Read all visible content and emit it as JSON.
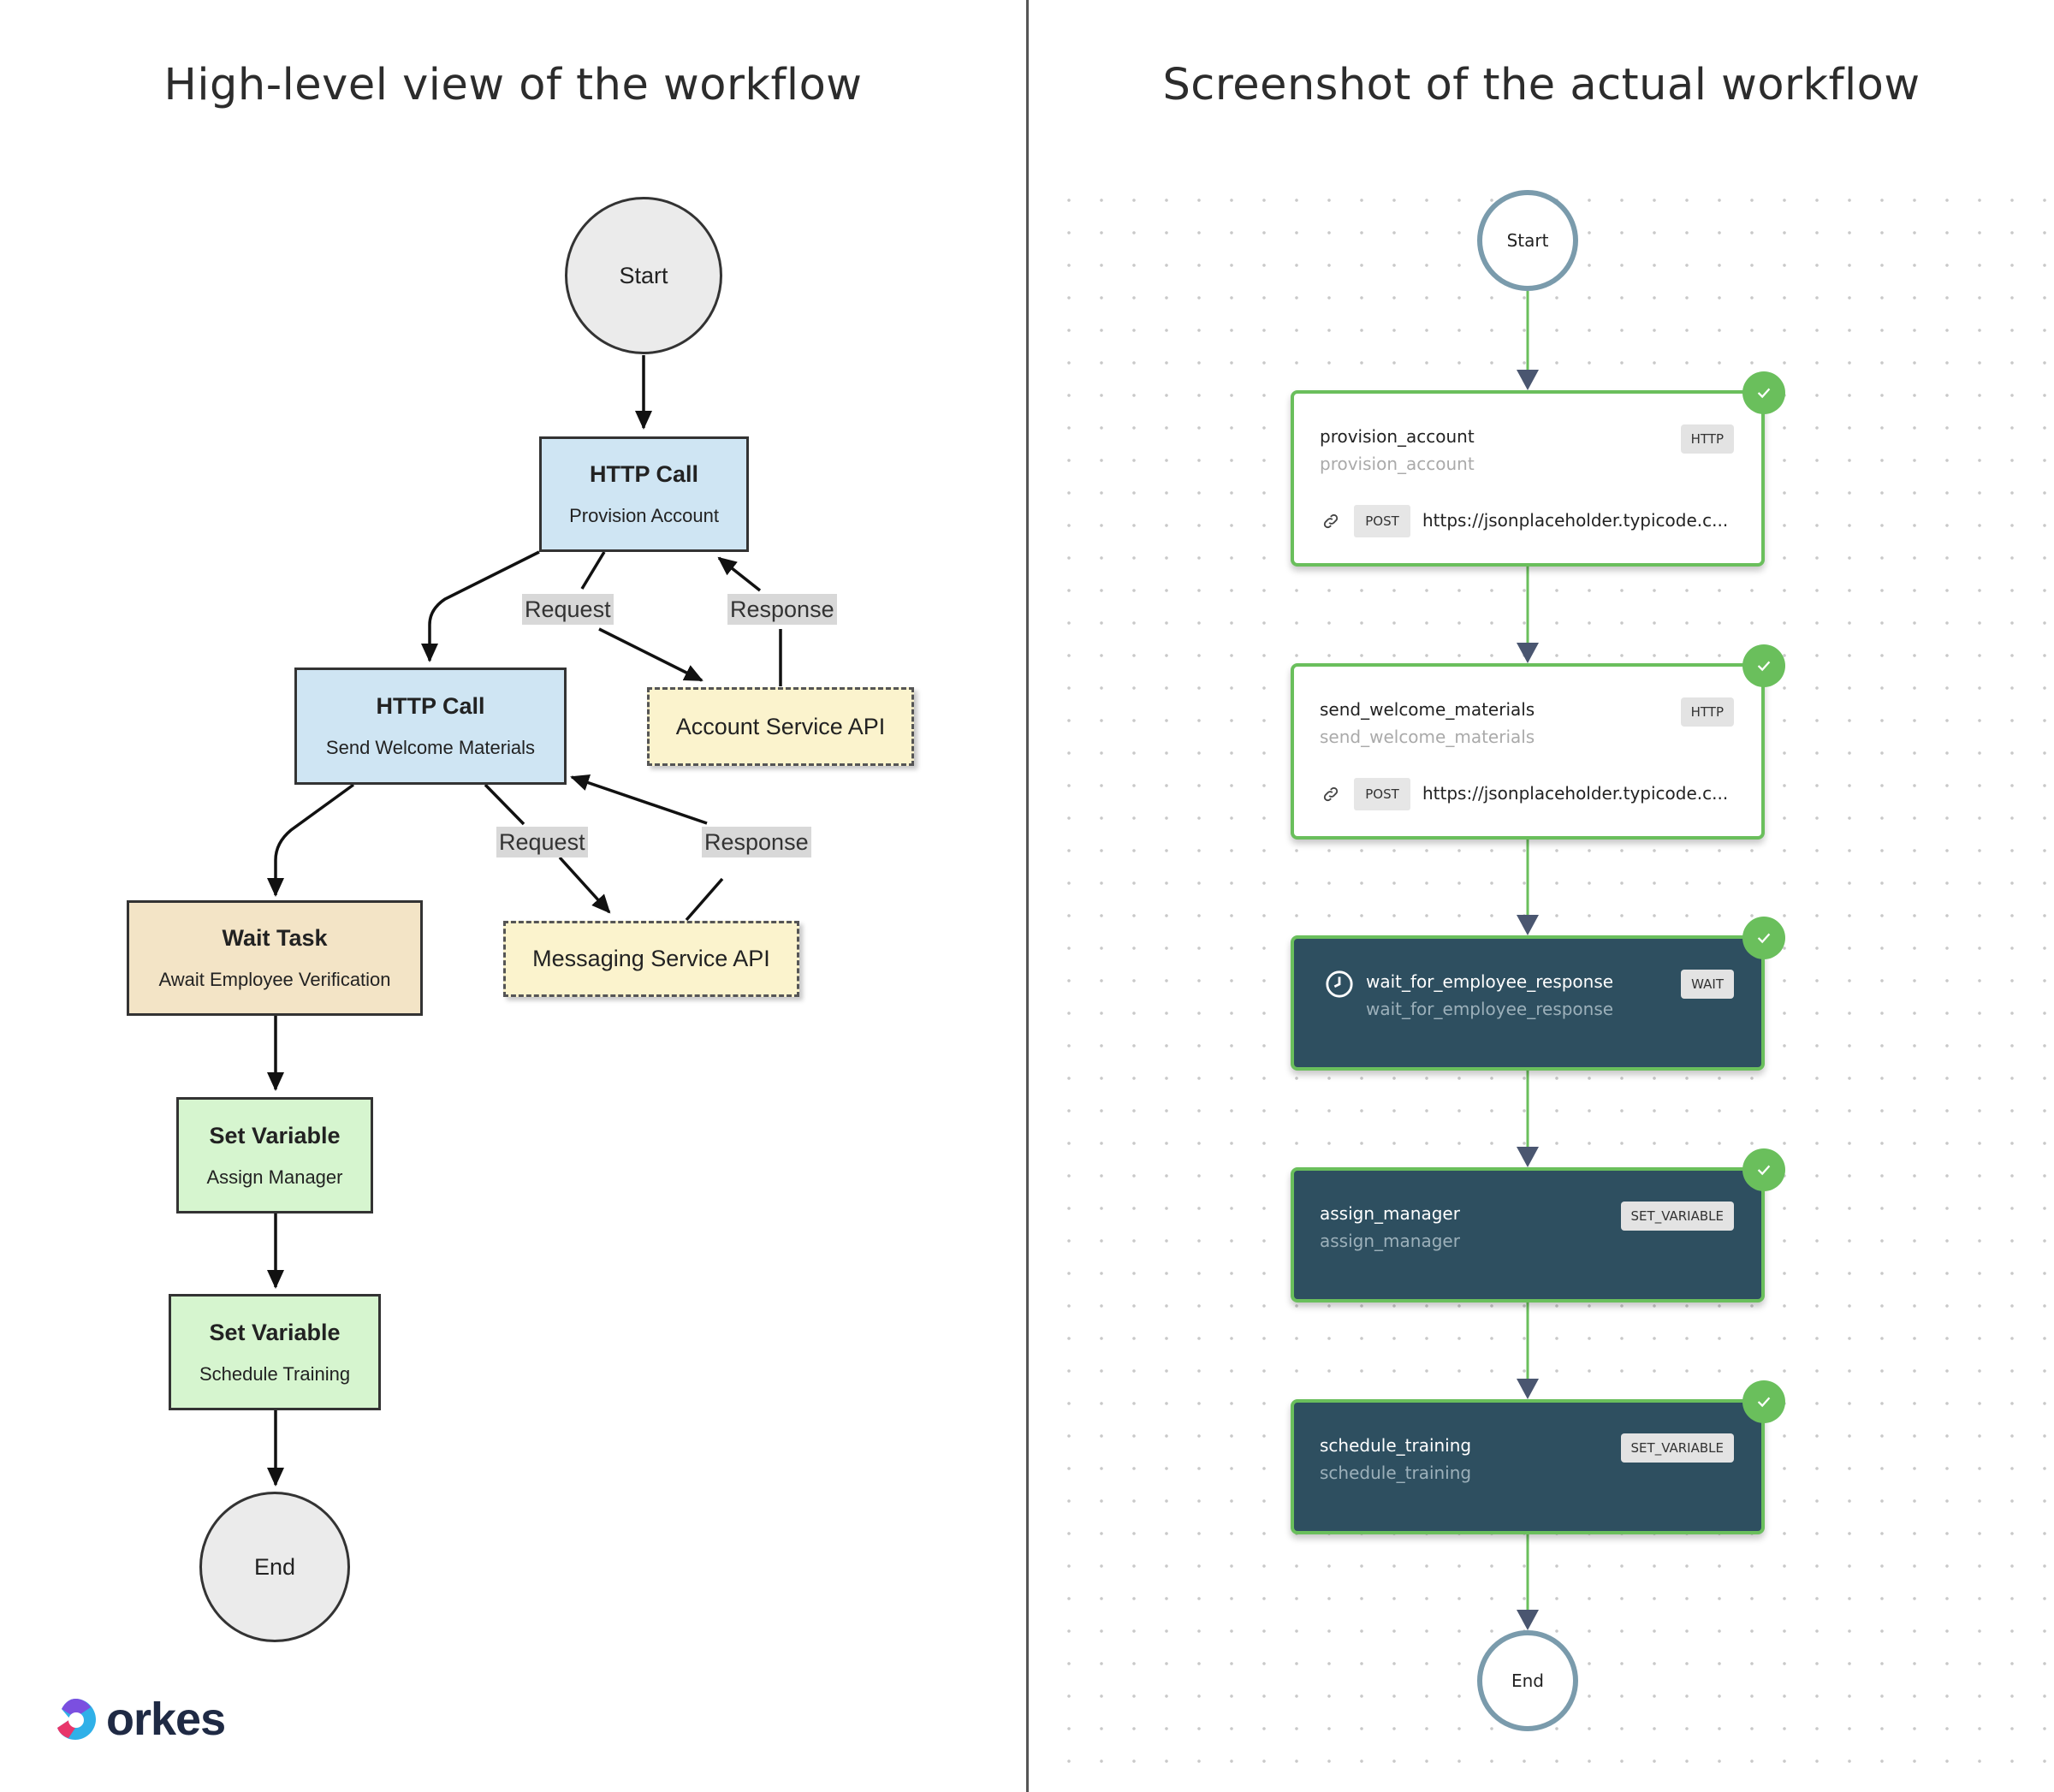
{
  "titles": {
    "left": "High-level view of the workflow",
    "right": "Screenshot of the actual workflow"
  },
  "left_diagram": {
    "start": "Start",
    "end": "End",
    "nodes": [
      {
        "title": "HTTP Call",
        "subtitle": "Provision Account"
      },
      {
        "title": "HTTP Call",
        "subtitle": "Send Welcome Materials"
      },
      {
        "title": "Wait Task",
        "subtitle": "Await Employee Verification"
      },
      {
        "title": "Set Variable",
        "subtitle": "Assign Manager"
      },
      {
        "title": "Set Variable",
        "subtitle": "Schedule Training"
      }
    ],
    "apis": [
      "Account Service API",
      "Messaging Service API"
    ],
    "edge_labels": {
      "request": "Request",
      "response": "Response"
    }
  },
  "right_diagram": {
    "start": "Start",
    "end": "End",
    "tasks": [
      {
        "name": "provision_account",
        "ref": "provision_account",
        "type": "HTTP",
        "method": "POST",
        "url": "https://jsonplaceholder.typicode.c...",
        "status": "completed"
      },
      {
        "name": "send_welcome_materials",
        "ref": "send_welcome_materials",
        "type": "HTTP",
        "method": "POST",
        "url": "https://jsonplaceholder.typicode.c...",
        "status": "completed"
      },
      {
        "name": "wait_for_employee_response",
        "ref": "wait_for_employee_response",
        "type": "WAIT",
        "status": "completed"
      },
      {
        "name": "assign_manager",
        "ref": "assign_manager",
        "type": "SET_VARIABLE",
        "status": "completed"
      },
      {
        "name": "schedule_training",
        "ref": "schedule_training",
        "type": "SET_VARIABLE",
        "status": "completed"
      }
    ]
  },
  "colors": {
    "http_box": "#cfe5f3",
    "wait_box": "#f3e4c6",
    "set_variable_box": "#d6f5cf",
    "api_box": "#fbf3cd",
    "task_dark": "#2e4f60",
    "success": "#6abf5c",
    "edge": "#4a5670"
  },
  "logo": {
    "text": "orkes"
  }
}
